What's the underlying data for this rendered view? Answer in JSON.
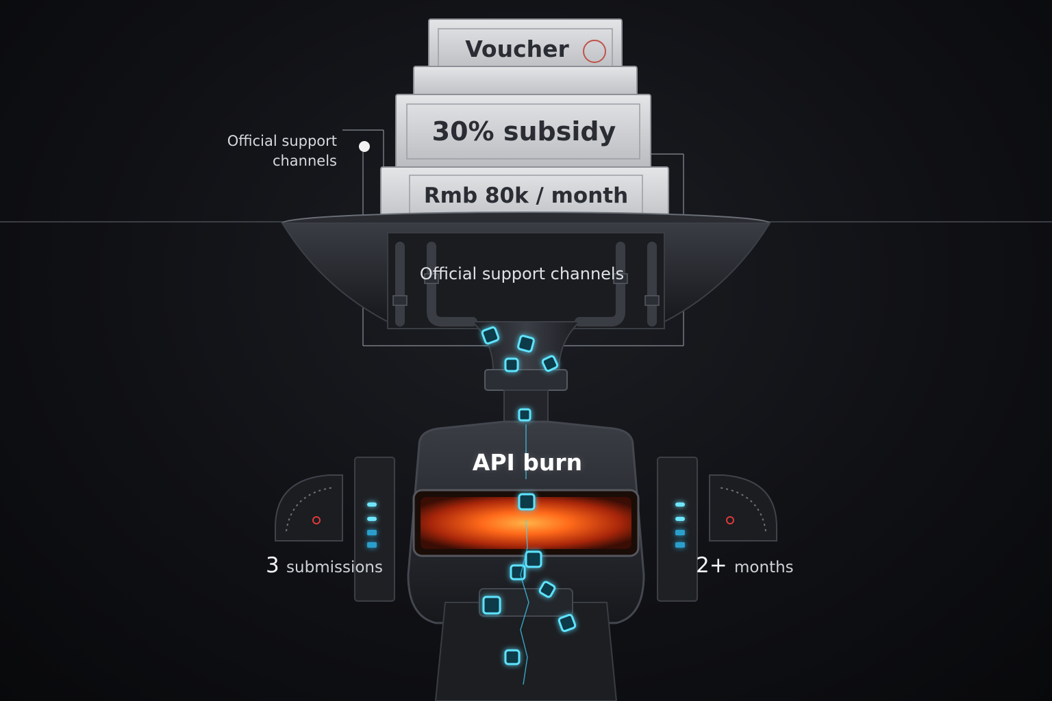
{
  "tickets": {
    "voucher": "Voucher",
    "subsidy": "30% subsidy",
    "amount": "Rmb 80k / month"
  },
  "labels": {
    "side_channels": "Official support channels",
    "center_channels": "Official support channels",
    "engine": "API burn"
  },
  "stats": {
    "left": {
      "number": "3",
      "text": "submissions"
    },
    "right": {
      "number": "2+",
      "text": "months"
    }
  },
  "colors": {
    "background": "#0c0d10",
    "token_cyan": "#3fd6ff",
    "fire_orange": "#ff6a1a",
    "ticket_paper": "#cfd1d4"
  }
}
